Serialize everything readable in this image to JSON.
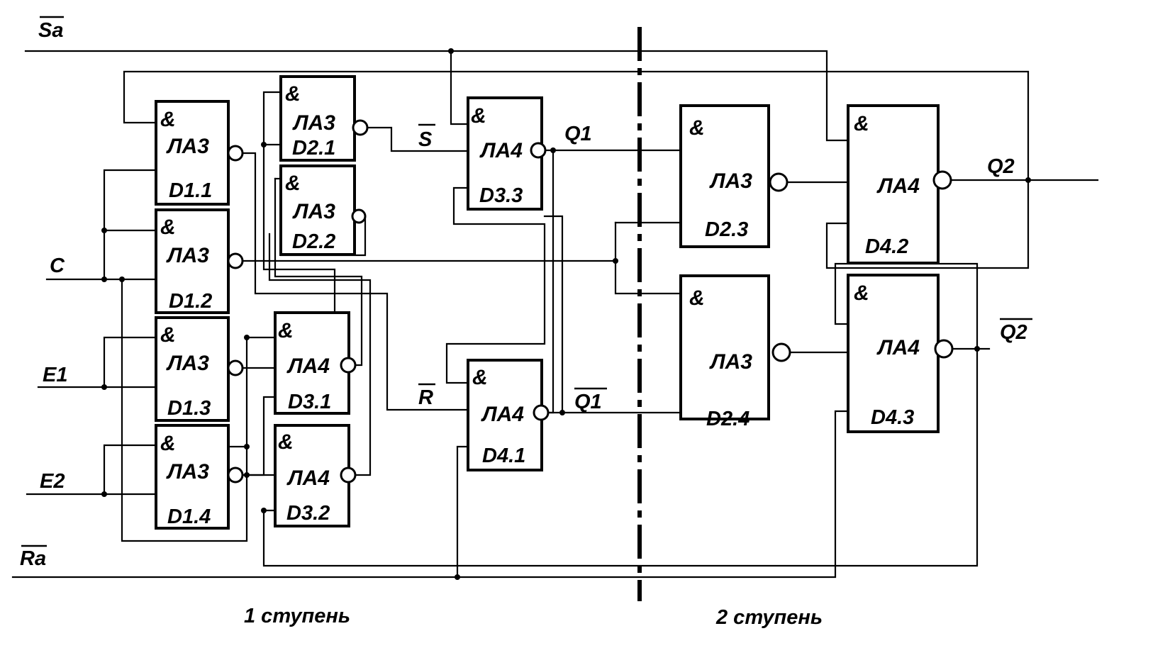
{
  "signals": {
    "sa": "Sa",
    "ra": "Ra",
    "c": "C",
    "e1": "E1",
    "e2": "E2",
    "s": "S",
    "r": "R",
    "q1": "Q1",
    "q1n": "Q1",
    "q2": "Q2",
    "q2n": "Q2"
  },
  "stages": {
    "first": "1 ступень",
    "second": "2 ступень"
  },
  "gates": {
    "d11": {
      "symbol": "&",
      "type": "ЛА3",
      "id": "D1.1"
    },
    "d12": {
      "symbol": "&",
      "type": "ЛА3",
      "id": "D1.2"
    },
    "d13": {
      "symbol": "&",
      "type": "ЛА3",
      "id": "D1.3"
    },
    "d14": {
      "symbol": "&",
      "type": "ЛА3",
      "id": "D1.4"
    },
    "d21": {
      "symbol": "&",
      "type": "ЛА3",
      "id": "D2.1"
    },
    "d22": {
      "symbol": "&",
      "type": "ЛА3",
      "id": "D2.2"
    },
    "d31": {
      "symbol": "&",
      "type": "ЛА4",
      "id": "D3.1"
    },
    "d32": {
      "symbol": "&",
      "type": "ЛА4",
      "id": "D3.2"
    },
    "d33": {
      "symbol": "&",
      "type": "ЛА4",
      "id": "D3.3"
    },
    "d41": {
      "symbol": "&",
      "type": "ЛА4",
      "id": "D4.1"
    },
    "d23": {
      "symbol": "&",
      "type": "ЛА3",
      "id": "D2.3"
    },
    "d24": {
      "symbol": "&",
      "type": "ЛА3",
      "id": "D2.4"
    },
    "d42": {
      "symbol": "&",
      "type": "ЛА4",
      "id": "D4.2"
    },
    "d43": {
      "symbol": "&",
      "type": "ЛА4",
      "id": "D4.3"
    }
  }
}
